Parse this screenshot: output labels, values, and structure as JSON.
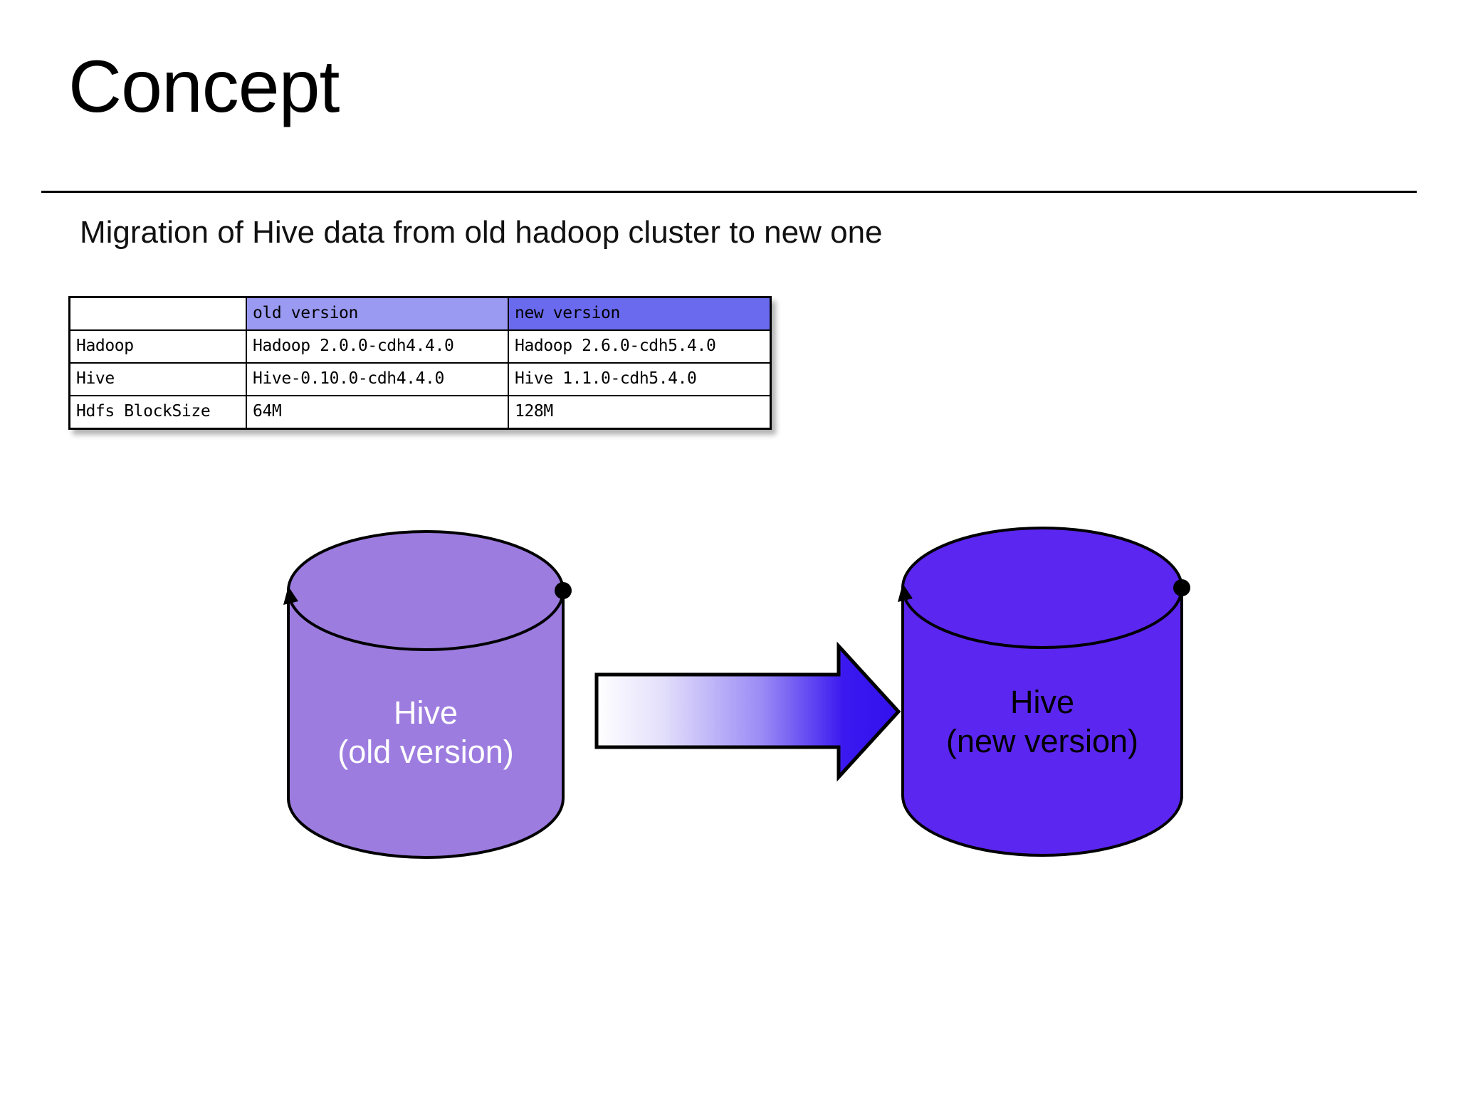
{
  "slide": {
    "title": "Concept",
    "subtitle": "Migration of Hive data from old hadoop cluster to new one"
  },
  "version_table": {
    "columns": [
      "",
      "old version",
      "new version"
    ],
    "rows": [
      {
        "label": "Hadoop",
        "old": "Hadoop 2.0.0-cdh4.4.0",
        "new": "Hadoop 2.6.0-cdh5.4.0"
      },
      {
        "label": "Hive",
        "old": "Hive-0.10.0-cdh4.4.0",
        "new": "Hive 1.1.0-cdh5.4.0"
      },
      {
        "label": "Hdfs BlockSize",
        "old": "64M",
        "new": "128M"
      }
    ],
    "header_colors": {
      "old": "#9a9af2",
      "new": "#6a6aee"
    }
  },
  "diagram": {
    "source_cylinder": {
      "line1": "Hive",
      "line2": "(old version)",
      "fill": "#9d7ce0",
      "text_color": "#ffffff"
    },
    "target_cylinder": {
      "line1": "Hive",
      "line2": "(new version)",
      "fill": "#5b26f0",
      "text_color": "#000000"
    },
    "arrow": {
      "direction": "right",
      "gradient_from": "#ffffff",
      "gradient_to": "#3311ee",
      "stroke": "#000000"
    }
  }
}
